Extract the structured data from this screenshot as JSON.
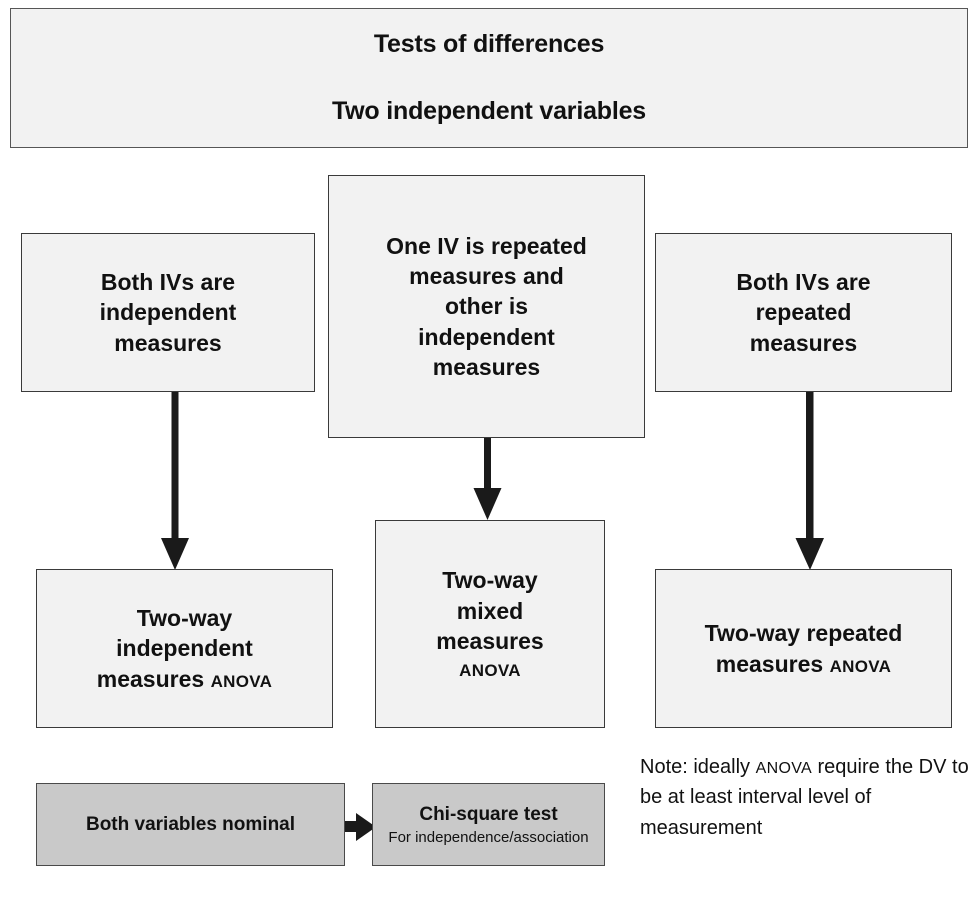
{
  "header": {
    "line1": "Tests of differences",
    "line2": "Two independent variables"
  },
  "conditions": [
    {
      "id": "both-independent",
      "lines": [
        "Both IVs are",
        "independent",
        "measures"
      ]
    },
    {
      "id": "mixed",
      "lines": [
        "One IV is repeated",
        "measures and",
        "other is",
        "independent",
        "measures"
      ]
    },
    {
      "id": "both-repeated",
      "lines": [
        "Both IVs are",
        "repeated",
        "measures"
      ]
    }
  ],
  "results": [
    {
      "id": "two-way-independent-anova",
      "lines": [
        "Two-way",
        "independent",
        "measures"
      ],
      "anova_inline": "ANOVA",
      "anova_own_line": ""
    },
    {
      "id": "two-way-mixed-anova",
      "lines": [
        "Two-way",
        "mixed",
        "measures"
      ],
      "anova_inline": "",
      "anova_own_line": "ANOVA"
    },
    {
      "id": "two-way-repeated-anova",
      "lines": [
        "Two-way repeated",
        "measures"
      ],
      "anova_inline": "ANOVA",
      "anova_own_line": ""
    }
  ],
  "nominal": {
    "label": "Both variables nominal"
  },
  "chi_square": {
    "title": "Chi-square test",
    "subtitle": "For independence/association"
  },
  "note": {
    "part1": "Note: ideally ",
    "small_caps": "ANOVA",
    "part2": " require the DV to be at least interval level of measurement"
  },
  "colors": {
    "box_fill": "#f2f2f2",
    "gray_fill": "#c9c9c9",
    "border": "#3a3a3a",
    "arrow": "#1a1a1a",
    "text": "#111111"
  },
  "arrows": [
    {
      "id": "arrow-left-down",
      "from": "both-independent",
      "to": "two-way-independent-anova"
    },
    {
      "id": "arrow-center-down",
      "from": "mixed",
      "to": "two-way-mixed-anova"
    },
    {
      "id": "arrow-right-down",
      "from": "both-repeated",
      "to": "two-way-repeated-anova"
    },
    {
      "id": "arrow-nominal-right",
      "from": "both-variables-nominal",
      "to": "chi-square-test"
    }
  ]
}
